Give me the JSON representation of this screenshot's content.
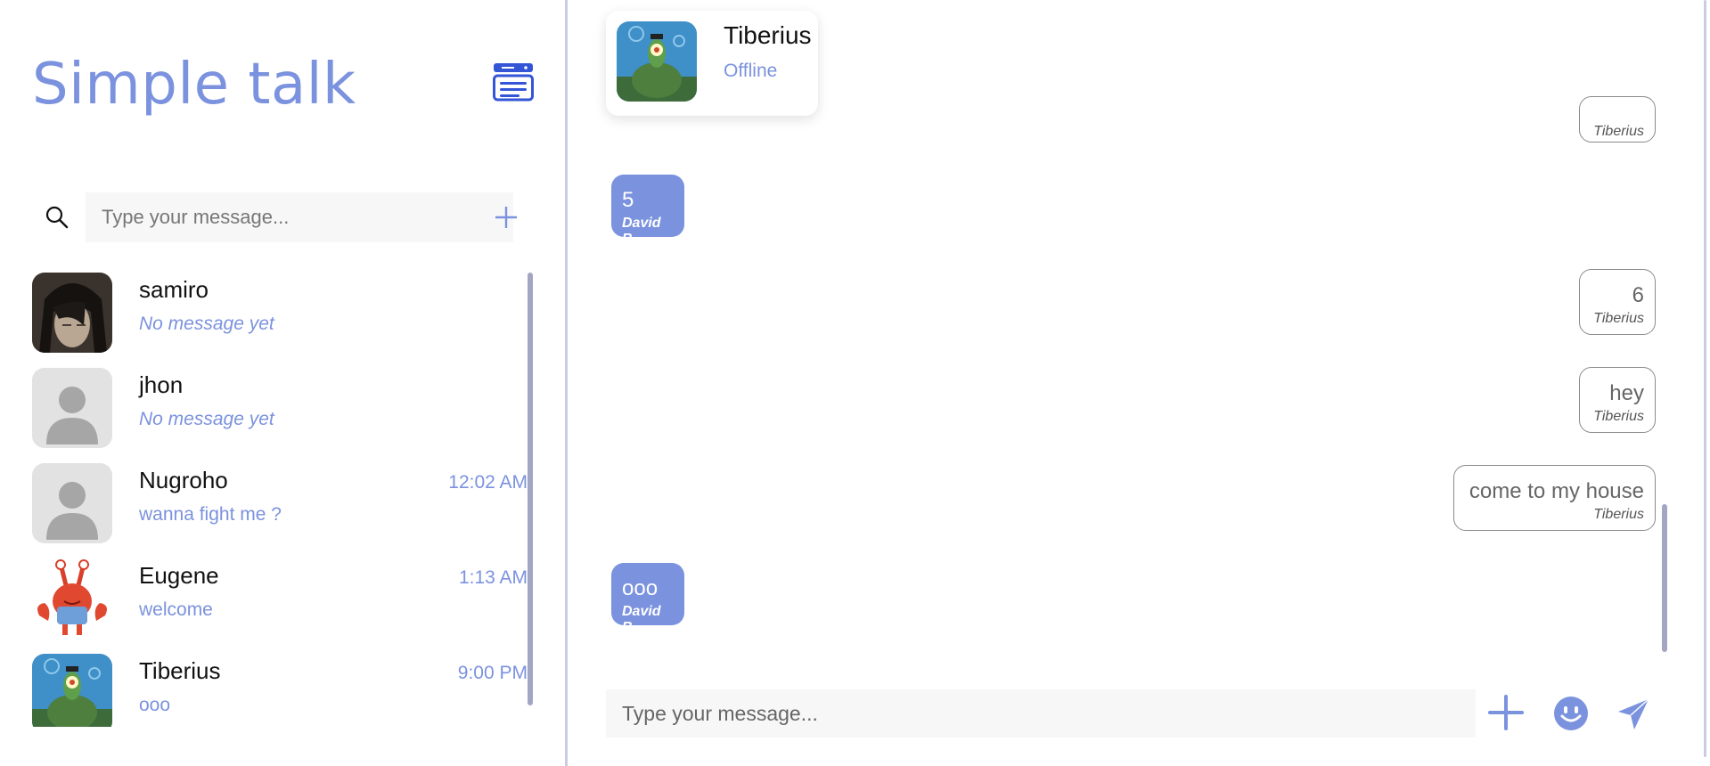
{
  "app": {
    "title": "Simple talk"
  },
  "sidebar": {
    "search": {
      "placeholder": "Type your message..."
    },
    "contacts": [
      {
        "name": "samiro",
        "last_message": "No message yet",
        "time": "",
        "avatar": "dark-hair-portrait"
      },
      {
        "name": "jhon",
        "last_message": "No message yet",
        "time": "",
        "avatar": "default-user"
      },
      {
        "name": "Nugroho",
        "last_message": "wanna fight me ?",
        "time": "12:02 AM",
        "avatar": "default-user"
      },
      {
        "name": "Eugene",
        "last_message": "welcome",
        "time": "1:13 AM",
        "avatar": "crab-character"
      },
      {
        "name": "Tiberius",
        "last_message": "ooo",
        "time": "9:00 PM",
        "avatar": "plankton-character"
      }
    ]
  },
  "chat": {
    "header": {
      "name": "Tiberius",
      "status": "Offline"
    },
    "messages": [
      {
        "text": "",
        "author": "Tiberius",
        "direction": "received"
      },
      {
        "text": "5",
        "author": "David B",
        "direction": "sent"
      },
      {
        "text": "6",
        "author": "Tiberius",
        "direction": "received"
      },
      {
        "text": "hey",
        "author": "Tiberius",
        "direction": "received"
      },
      {
        "text": "come to my house",
        "author": "Tiberius",
        "direction": "received"
      },
      {
        "text": "ooo",
        "author": "David B",
        "direction": "sent"
      }
    ],
    "composer": {
      "placeholder": "Type your message..."
    }
  },
  "colors": {
    "accent": "#7b92de",
    "menu_icon": "#3355d6",
    "scrollbar": "#a3a6c2",
    "input_bg": "#f7f7f7"
  },
  "icons": {
    "menu": "list-window-icon",
    "search": "magnifier-icon",
    "add_contact": "plus-icon",
    "attach": "plus-icon",
    "emoji": "smiley-icon",
    "send": "paper-plane-icon"
  }
}
